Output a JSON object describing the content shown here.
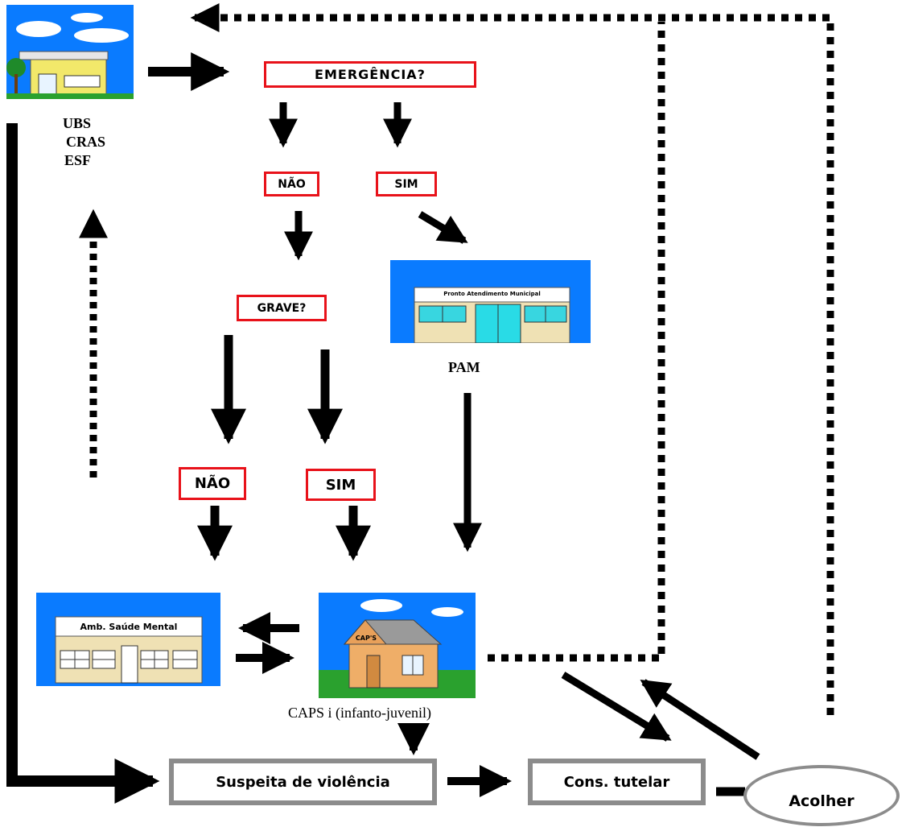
{
  "decision_boxes": {
    "emergencia": "EMERGÊNCIA?",
    "nao_1": "NÃO",
    "sim_1": "SIM",
    "grave": "GRAVE?",
    "nao_2": "NÃO",
    "sim_2": "SIM"
  },
  "captions": {
    "ubs": "UBS",
    "cras": "CRAS",
    "esf": "ESF",
    "pam": "PAM",
    "caps": "CAPS i (infanto-juvenil)"
  },
  "building_signs": {
    "pam": "Pronto Atendimento Municipal",
    "ambulatorio": "Amb. Saúde Mental",
    "caps": "CAP'S"
  },
  "outcome_boxes": {
    "suspeita": "Suspeita de violência",
    "conselho": "Cons. tutelar",
    "acolher": "Acolher"
  },
  "colors": {
    "decision_border": "#e8121a",
    "outcome_border": "#8c8c8c",
    "sky": "#0a7bff",
    "arrow": "#000000"
  }
}
